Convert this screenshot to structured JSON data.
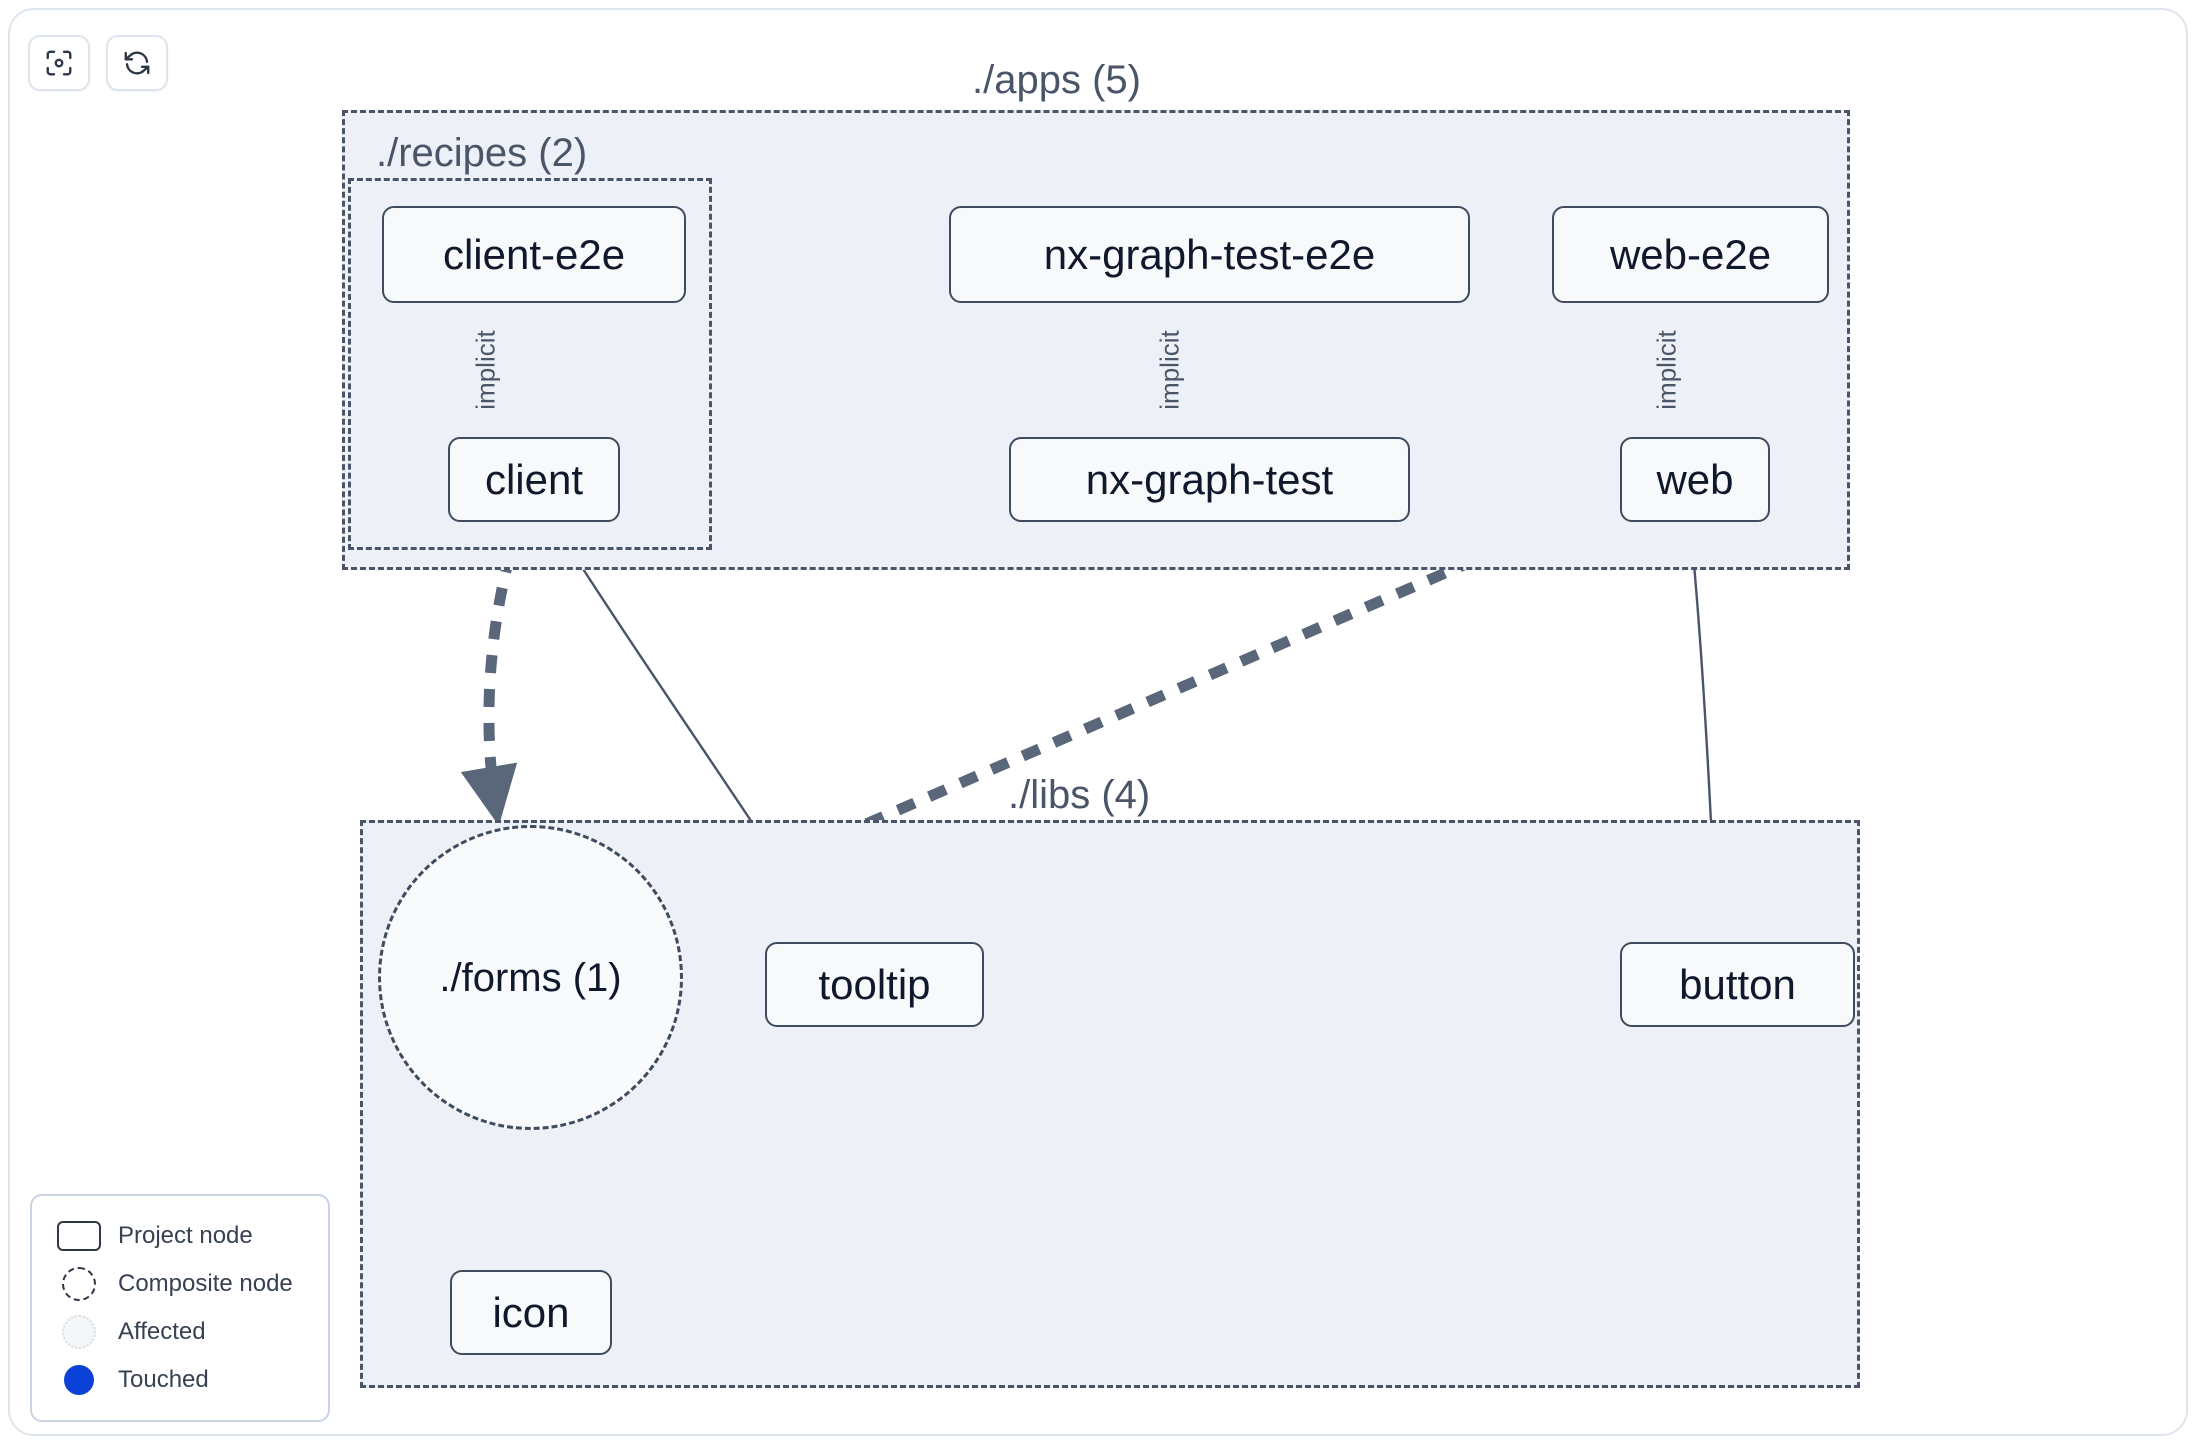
{
  "toolbar": {
    "buttons": [
      {
        "name": "focus-graph-button",
        "icon": "viewfinder-focus-icon",
        "label": ""
      },
      {
        "name": "refresh-graph-button",
        "icon": "refresh-sync-icon",
        "label": ""
      }
    ]
  },
  "graph": {
    "groups": [
      {
        "id": "apps",
        "label": "./apps (5)"
      },
      {
        "id": "recipes",
        "label": "./recipes (2)"
      },
      {
        "id": "libs",
        "label": "./libs (4)"
      }
    ],
    "nodes": [
      {
        "id": "client-e2e",
        "label": "client-e2e",
        "type": "project"
      },
      {
        "id": "nx-graph-test-e2e",
        "label": "nx-graph-test-e2e",
        "type": "project"
      },
      {
        "id": "web-e2e",
        "label": "web-e2e",
        "type": "project"
      },
      {
        "id": "client",
        "label": "client",
        "type": "project"
      },
      {
        "id": "nx-graph-test",
        "label": "nx-graph-test",
        "type": "project"
      },
      {
        "id": "web",
        "label": "web",
        "type": "project"
      },
      {
        "id": "forms",
        "label": "./forms (1)",
        "type": "composite"
      },
      {
        "id": "tooltip",
        "label": "tooltip",
        "type": "project"
      },
      {
        "id": "button",
        "label": "button",
        "type": "project"
      },
      {
        "id": "icon",
        "label": "icon",
        "type": "project"
      }
    ],
    "edges": [
      {
        "from": "client-e2e",
        "to": "client",
        "label": "implicit",
        "style": "solid"
      },
      {
        "from": "nx-graph-test-e2e",
        "to": "nx-graph-test",
        "label": "implicit",
        "style": "solid"
      },
      {
        "from": "web-e2e",
        "to": "web",
        "label": "implicit",
        "style": "solid"
      },
      {
        "from": "client",
        "to": "forms",
        "label": "",
        "style": "dashed"
      },
      {
        "from": "client",
        "to": "tooltip",
        "label": "",
        "style": "solid"
      },
      {
        "from": "web",
        "to": "forms",
        "label": "",
        "style": "dashed"
      },
      {
        "from": "web",
        "to": "button",
        "label": "",
        "style": "solid"
      },
      {
        "from": "forms",
        "to": "icon",
        "label": "",
        "style": "dashed"
      }
    ]
  },
  "legend": {
    "items": [
      {
        "swatch": "project-node-swatch",
        "label": "Project node"
      },
      {
        "swatch": "composite-node-swatch",
        "label": "Composite node"
      },
      {
        "swatch": "affected-swatch",
        "label": "Affected"
      },
      {
        "swatch": "touched-swatch",
        "label": "Touched"
      }
    ]
  },
  "colors": {
    "group_fill": "#edf1f7",
    "group_border": "#4a5568",
    "node_fill": "#f7f9fb",
    "node_border": "#3f4b5e",
    "edge": "#4a5568",
    "touched": "#0b41d6",
    "text": "#10182b"
  }
}
